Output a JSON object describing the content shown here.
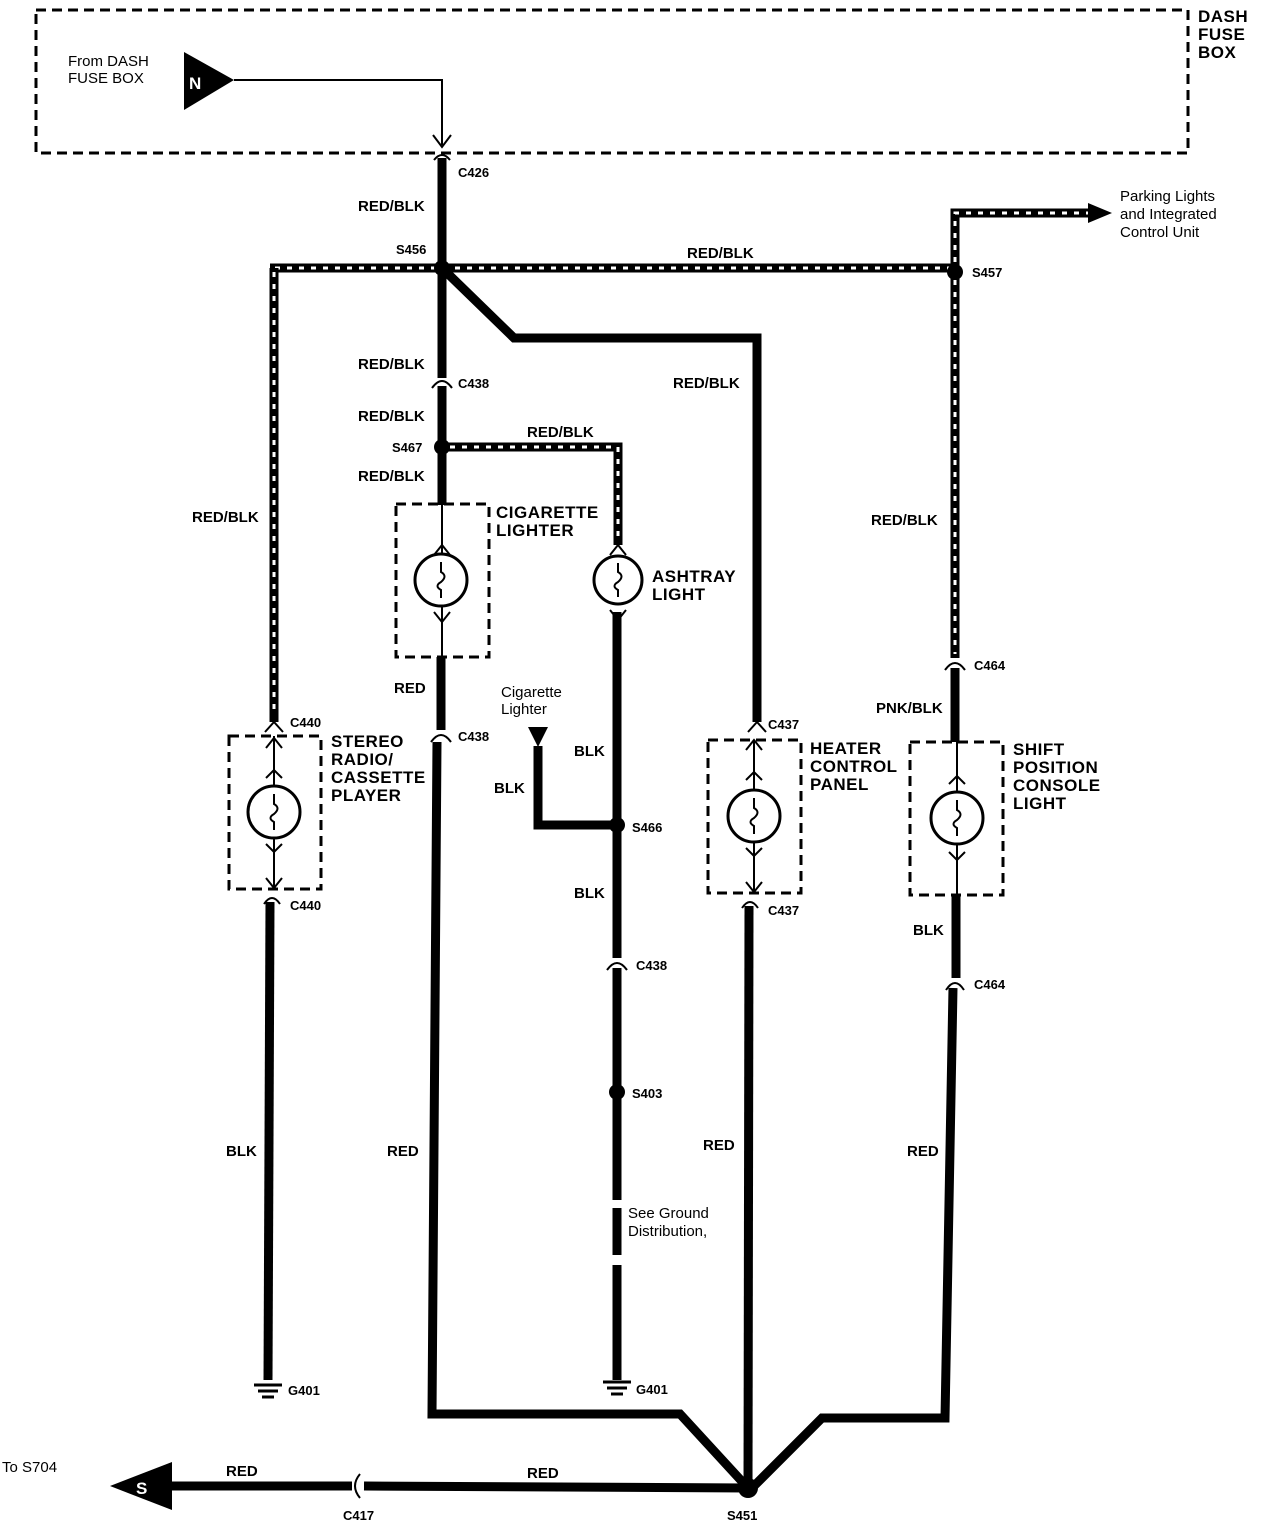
{
  "fuse_box": {
    "label_lines": [
      "DASH",
      "FUSE",
      "BOX"
    ],
    "source_lines": [
      "From DASH",
      "FUSE BOX"
    ],
    "source_symbol": "N"
  },
  "connectors": {
    "c426": "C426",
    "c438_top": "C438",
    "c438_mid": "C438",
    "c438_low": "C438",
    "c440_top": "C440",
    "c440_bot": "C440",
    "c437_top": "C437",
    "c437_bot": "C437",
    "c464_top": "C464",
    "c464_bot": "C464",
    "c417": "C417"
  },
  "splices": {
    "s456": "S456",
    "s457": "S457",
    "s467": "S467",
    "s466": "S466",
    "s403": "S403",
    "s451": "S451"
  },
  "grounds": {
    "g401_left": "G401",
    "g401_mid": "G401"
  },
  "wire_colors": {
    "w1": "RED/BLK",
    "w2": "RED/BLK",
    "w3": "RED/BLK",
    "w4": "RED/BLK",
    "w5": "RED/BLK",
    "w6": "RED/BLK",
    "w7": "RED/BLK",
    "w8": "RED/BLK",
    "w9": "RED/BLK",
    "w10": "RED",
    "w11": "BLK",
    "w12": "BLK",
    "w13": "BLK",
    "w14": "PNK/BLK",
    "w15": "BLK",
    "w16": "BLK",
    "w17": "RED",
    "w18": "RED",
    "w19": "RED",
    "w20": "RED",
    "w21": "RED"
  },
  "components": {
    "cigarette_lighter": [
      "CIGARETTE",
      "LIGHTER"
    ],
    "ashtray_light": [
      "ASHTRAY",
      "LIGHT"
    ],
    "stereo": [
      "STEREO",
      "RADIO/",
      "CASSETTE",
      "PLAYER"
    ],
    "heater": [
      "HEATER",
      "CONTROL",
      "PANEL"
    ],
    "shift": [
      "SHIFT",
      "POSITION",
      "CONSOLE",
      "LIGHT"
    ]
  },
  "notes": {
    "parking_lights": [
      "Parking Lights",
      "and Integrated",
      "Control Unit"
    ],
    "cig_lighter_ref": [
      "Cigarette",
      "Lighter"
    ],
    "ground_dist": [
      "See Ground",
      "Distribution,"
    ],
    "to_s704": "To S704",
    "s_symbol": "S"
  },
  "icons": {
    "fuse_flag": "triangle-flag-icon",
    "lamp": "bulb-icon",
    "ground": "ground-icon",
    "arrow": "arrow-icon"
  }
}
